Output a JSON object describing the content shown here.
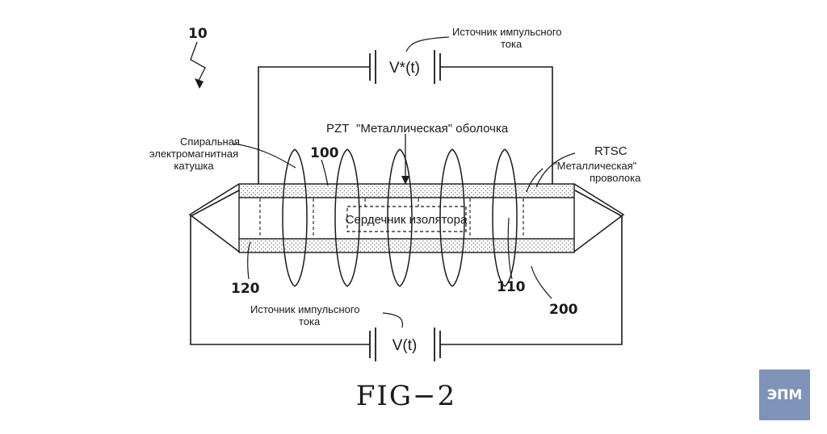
{
  "figure": {
    "ref_main": "10",
    "fig_label": "FIG−2",
    "top_source": {
      "symbol": "V*(t)",
      "label_line1": "Источник импульсного",
      "label_line2": "тока"
    },
    "bottom_source": {
      "symbol": "V(t)",
      "label_line1": "Источник импульсного",
      "label_line2": "тока"
    },
    "pzt_label": "PZT",
    "shell_label": "\"Металлическая\" оболочка",
    "coil_label_line1": "Спиральная",
    "coil_label_line2": "электромагнитная",
    "coil_label_line3": "катушка",
    "rtsc_label": "RTSC",
    "wire_label_line1": "\"Металлическая\"",
    "wire_label_line2": "проволока",
    "core_label": "Сердечник изолятора",
    "ref_100": "100",
    "ref_110": "110",
    "ref_120": "120",
    "ref_200": "200"
  },
  "logo": {
    "text": "ЭПМ",
    "color": "#7f93b8"
  }
}
